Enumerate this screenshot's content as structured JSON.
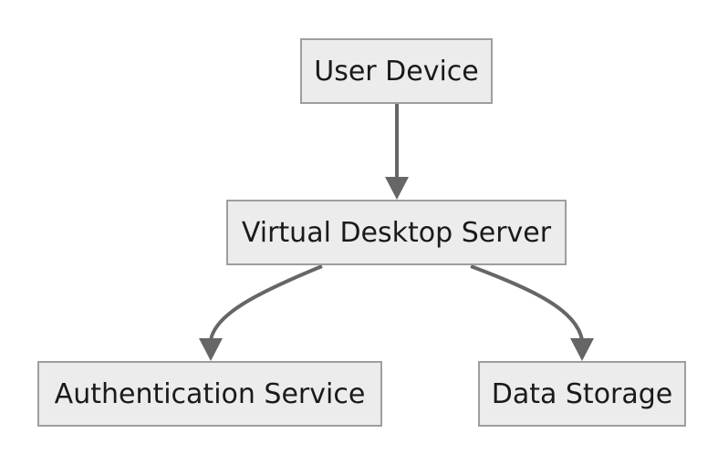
{
  "diagram": {
    "type": "flowchart",
    "nodes": {
      "user_device": "User Device",
      "virtual_desktop_server": "Virtual Desktop Server",
      "authentication_service": "Authentication Service",
      "data_storage": "Data Storage"
    },
    "edges": [
      {
        "from": "User Device",
        "to": "Virtual Desktop Server"
      },
      {
        "from": "Virtual Desktop Server",
        "to": "Authentication Service"
      },
      {
        "from": "Virtual Desktop Server",
        "to": "Data Storage"
      }
    ],
    "colors": {
      "node_fill": "#ececec",
      "node_border": "#9e9e9e",
      "edge": "#666666",
      "text": "#1a1a1a"
    }
  }
}
